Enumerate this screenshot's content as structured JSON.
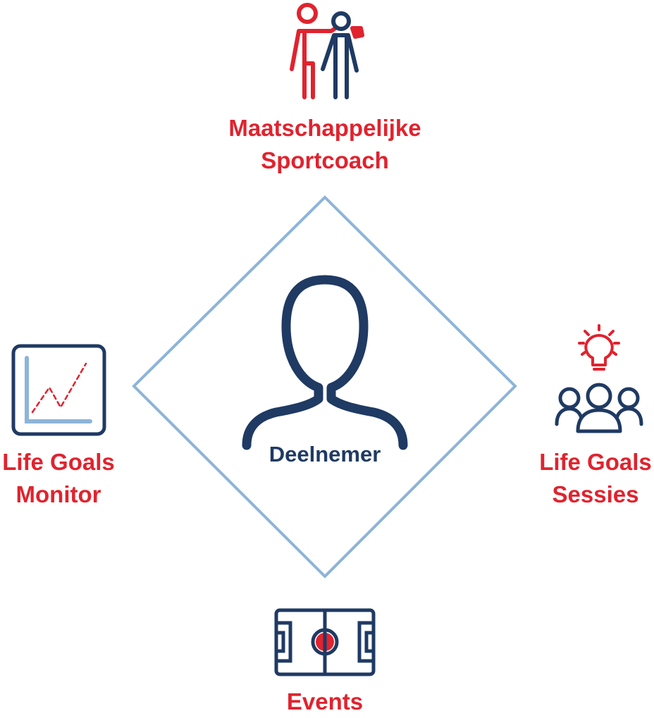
{
  "colors": {
    "red": "#e0232e",
    "navy": "#1f3a63",
    "diamond": "#8db4d9"
  },
  "center": {
    "label": "Deelnemer",
    "icon": "person-silhouette-icon"
  },
  "nodes": {
    "top": {
      "line1": "Maatschappelijke",
      "line2": "Sportcoach",
      "icon": "coach-and-participant-icon"
    },
    "left": {
      "line1": "Life Goals",
      "line2": "Monitor",
      "icon": "line-chart-icon"
    },
    "right": {
      "line1": "Life Goals",
      "line2": "Sessies",
      "icon": "group-lightbulb-icon"
    },
    "bottom": {
      "line1": "Events",
      "icon": "football-pitch-icon"
    }
  }
}
